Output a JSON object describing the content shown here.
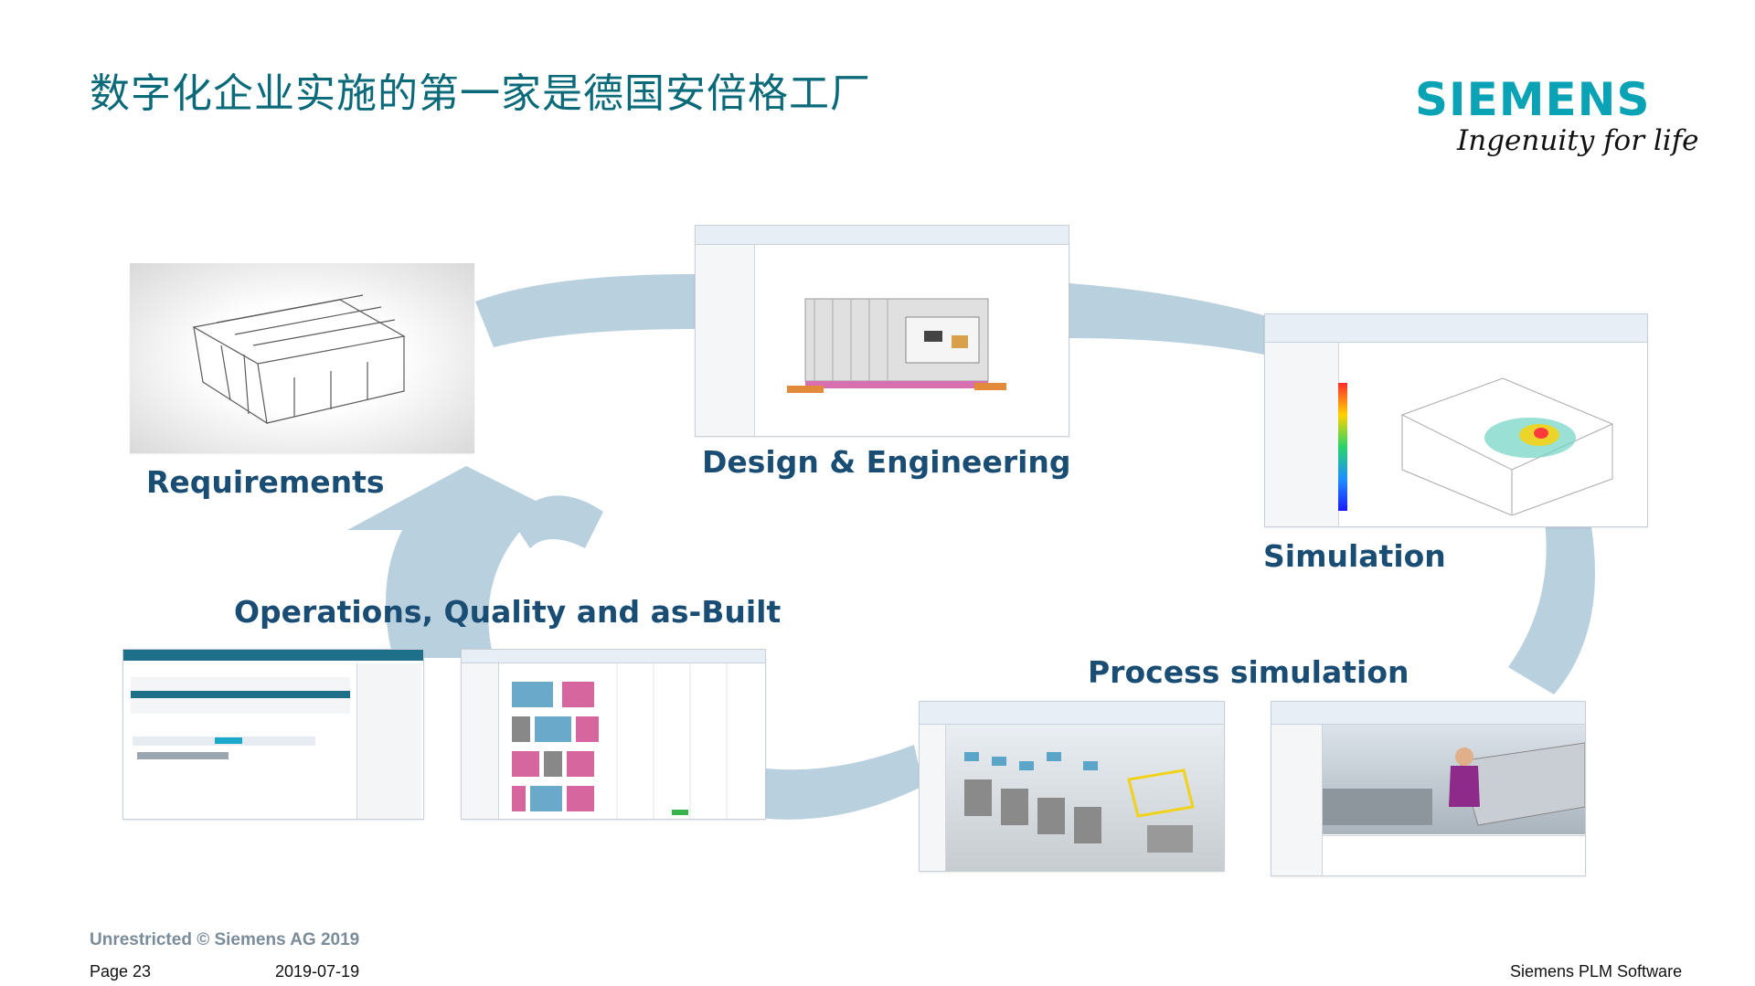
{
  "title": "数字化企业实施的第一家是德国安倍格工厂",
  "brand": {
    "name": "SIEMENS",
    "tagline": "Ingenuity for life"
  },
  "stages": {
    "requirements": "Requirements",
    "design": "Design & Engineering",
    "simulation": "Simulation",
    "process": "Process simulation",
    "operations": "Operations, Quality and as-Built"
  },
  "colors": {
    "title": "#0a6a7a",
    "brand": "#0aa2b5",
    "label": "#1a4d73",
    "arrow": "#b9d0de"
  },
  "footer": {
    "classification": "Unrestricted © Siemens AG 2019",
    "page": "Page 23",
    "date": "2019-07-19",
    "company": "Siemens PLM Software"
  }
}
